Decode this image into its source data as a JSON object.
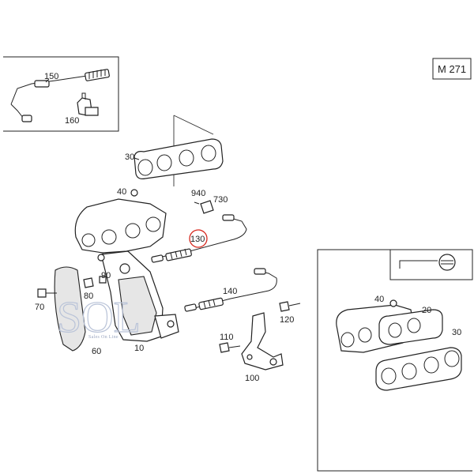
{
  "engine_code": "M 271",
  "callouts": {
    "c150": "150",
    "c160": "160",
    "c30": "30",
    "c40": "40",
    "c940": "940",
    "c730": "730",
    "c130": "130",
    "c140": "140",
    "c70": "70",
    "c80": "80",
    "c90": "90",
    "c60": "60",
    "c10": "10",
    "c110": "110",
    "c120": "120",
    "c100": "100",
    "d40": "40",
    "d20": "20",
    "d30": "30"
  },
  "watermark": {
    "text": "SOL",
    "subtext": "Sales On Line"
  },
  "highlight_color": "#d6281e"
}
